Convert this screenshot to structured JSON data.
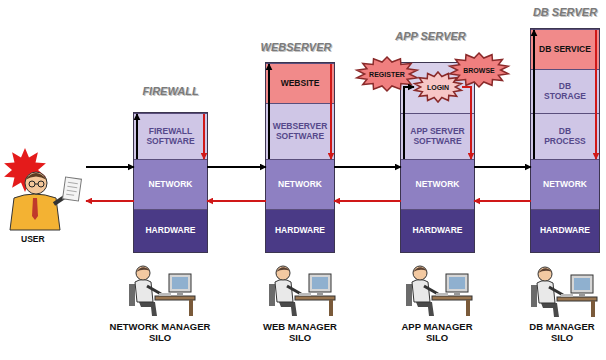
{
  "diagram": {
    "nodes": [
      {
        "text": [
          "USER"
        ]
      },
      {
        "text": [
          "FIREWALL"
        ]
      },
      {
        "text": [
          "FIREWALL SOFTWARE"
        ],
        "in": 1
      },
      {
        "text": [
          "NETWORK"
        ],
        "in": 1
      },
      {
        "text": [
          "HARDWARE"
        ],
        "in": 1
      },
      {
        "text": [
          "WEBSERVER"
        ]
      },
      {
        "text": [
          "WEBSITE"
        ],
        "in": 5
      },
      {
        "text": [
          "WEBSERVER SOFTWARE"
        ],
        "in": 5
      },
      {
        "text": [
          "NETWORK"
        ],
        "in": 5
      },
      {
        "text": [
          "HARDWARE"
        ],
        "in": 5
      },
      {
        "text": [
          "APP SERVER"
        ]
      },
      {
        "text": [
          "REGISTER"
        ],
        "in": 10
      },
      {
        "text": [
          "LOGIN"
        ],
        "in": 10
      },
      {
        "text": [
          "BROWSE"
        ],
        "in": 10
      },
      {
        "text": [
          "APP SERVER SOFTWARE"
        ],
        "in": 10
      },
      {
        "text": [
          "NETWORK"
        ],
        "in": 10
      },
      {
        "text": [
          "HARDWARE"
        ],
        "in": 10
      },
      {
        "text": [
          "DB SERVER"
        ]
      },
      {
        "text": [
          "DB SERVICE"
        ],
        "in": 17
      },
      {
        "text": [
          "DB STORAGE"
        ],
        "in": 17
      },
      {
        "text": [
          "DB PROCESS"
        ],
        "in": 17
      },
      {
        "text": [
          "NETWORK"
        ],
        "in": 17
      },
      {
        "text": [
          "HARDWARE"
        ],
        "in": 17
      }
    ],
    "edges": [
      {
        "from": 0,
        "to": 3,
        "arrow": "to"
      },
      {
        "from": 3,
        "to": 2,
        "arrow": "to"
      },
      {
        "from": 3,
        "to": 8,
        "arrow": "to"
      },
      {
        "from": 8,
        "to": 6,
        "arrow": "to"
      },
      {
        "from": 8,
        "to": 15,
        "arrow": "to"
      },
      {
        "from": 15,
        "to": 12,
        "arrow": "to"
      },
      {
        "from": 15,
        "to": 21,
        "arrow": "to"
      },
      {
        "from": 21,
        "to": 18,
        "arrow": "to"
      },
      {
        "from": 18,
        "to": 21,
        "arrow": "to"
      },
      {
        "from": 21,
        "to": 15,
        "arrow": "to"
      },
      {
        "from": 12,
        "to": 15,
        "arrow": "to"
      },
      {
        "from": 15,
        "to": 8,
        "arrow": "to"
      },
      {
        "from": 6,
        "to": 8,
        "arrow": "to"
      },
      {
        "from": 8,
        "to": 3,
        "arrow": "to"
      },
      {
        "from": 2,
        "to": 3,
        "arrow": "to"
      },
      {
        "from": 3,
        "to": 0,
        "arrow": "to"
      }
    ],
    "labels": [
      "NETWORK MANAGER SILO",
      "WEB MANAGER SILO",
      "APP MANAGER SILO",
      "DB MANAGER SILO"
    ]
  }
}
